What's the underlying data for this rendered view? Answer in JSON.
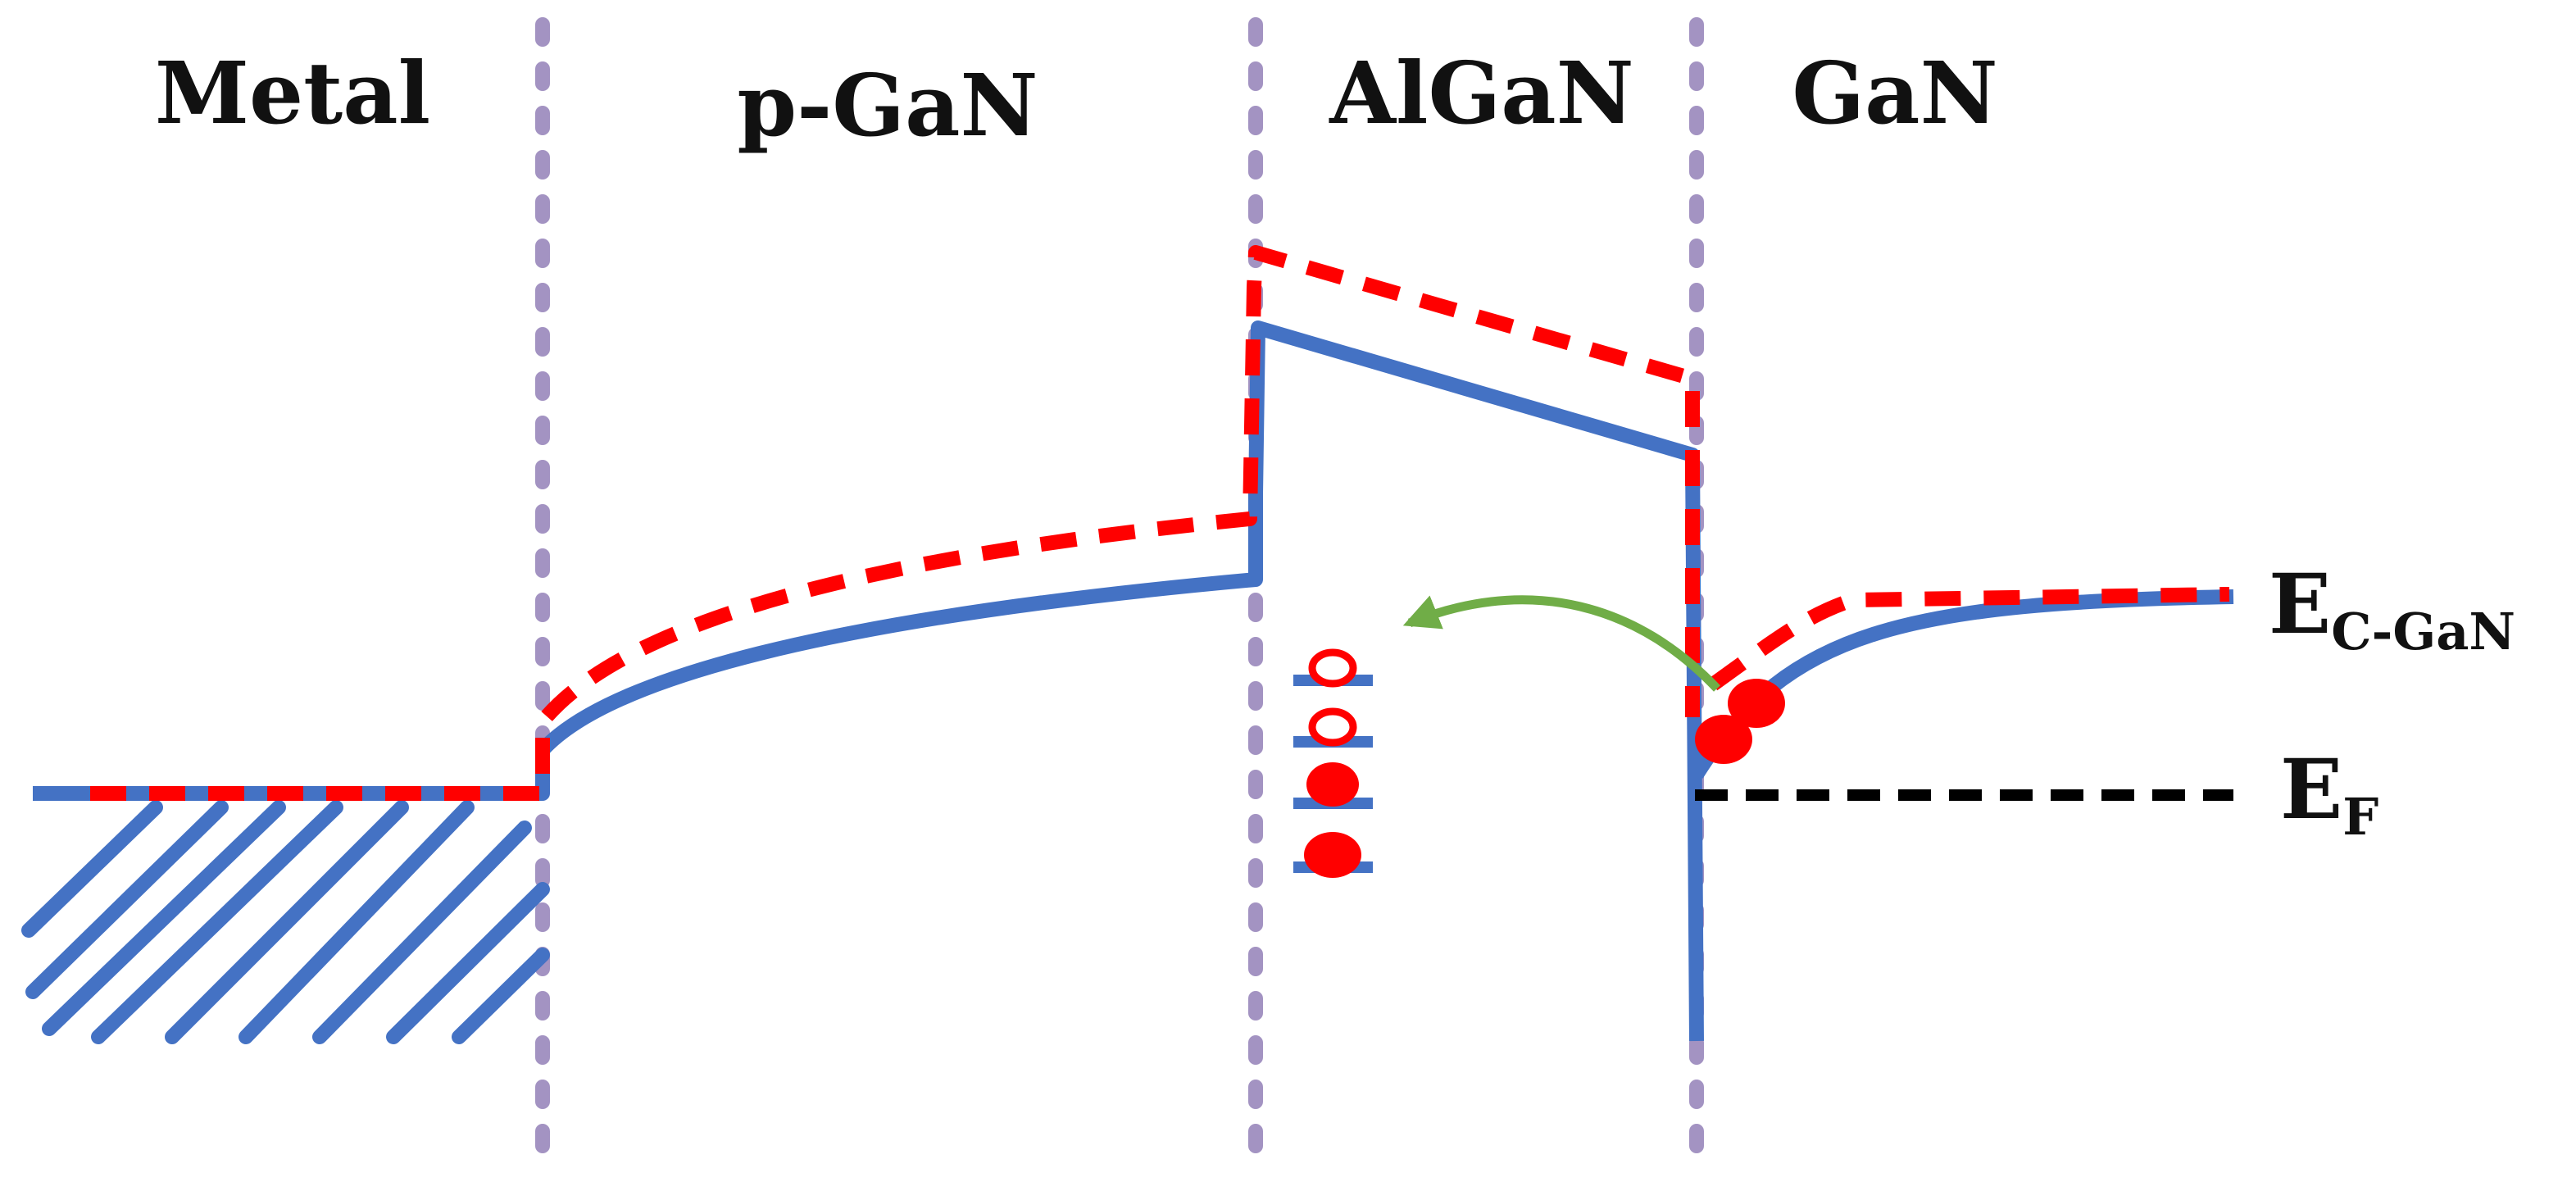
{
  "regions": {
    "metal": "Metal",
    "p_gan": "p-GaN",
    "algan": "AlGaN",
    "gan": "GaN"
  },
  "levels": {
    "conduction_band": {
      "main": "E",
      "sub": "C-GaN"
    },
    "fermi_level": {
      "main": "E",
      "sub": "F"
    }
  },
  "colors": {
    "band_solid": "#4472C4",
    "band_dashed": "#FF0000",
    "interface": "#A393C2",
    "fermi": "#000000",
    "arrow": "#70AD47",
    "electron": "#FF0000"
  },
  "traps": [
    {
      "state": "empty"
    },
    {
      "state": "empty"
    },
    {
      "state": "filled"
    },
    {
      "state": "filled"
    }
  ]
}
